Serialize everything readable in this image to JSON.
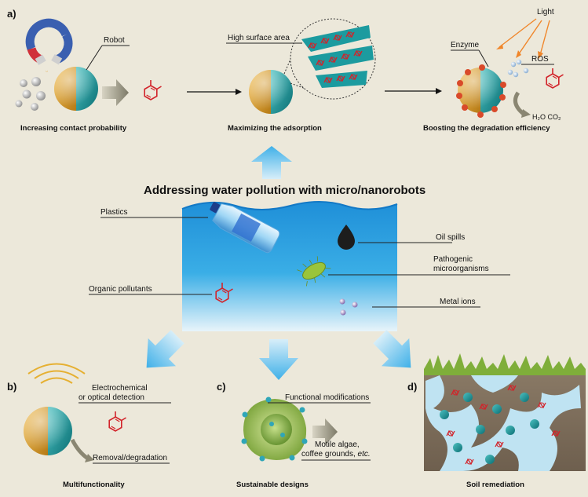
{
  "background_color": "#ece8da",
  "water_color": "#2fa7e3",
  "panels": {
    "a": {
      "letter": "a)",
      "steps": [
        {
          "caption": "Increasing contact probability",
          "label": "Robot"
        },
        {
          "caption": "Maximizing the adsorption",
          "label": "High surface area"
        },
        {
          "caption": "Boosting the degradation efficiency",
          "labels": [
            "Light",
            "Enzyme",
            "ROS",
            "H₂O CO₂"
          ]
        }
      ]
    },
    "b": {
      "letter": "b)",
      "caption": "Multifunctionality",
      "labels": [
        "Electrochemical",
        "or optical detection",
        "Removal/degradation"
      ]
    },
    "c": {
      "letter": "c)",
      "caption": "Sustainable designs",
      "labels": [
        "Functional modifications",
        "Motile algae,",
        "coffee grounds, ",
        "etc."
      ]
    },
    "d": {
      "letter": "d)",
      "caption": "Soil remediation"
    }
  },
  "center": {
    "title": "Addressing water pollution with micro/nanorobots",
    "pollutants": [
      "Plastics",
      "Oil spills",
      "Pathogenic",
      "microorganisms",
      "Organic pollutants",
      "Metal ions"
    ]
  },
  "icons": [
    "magnet-icon",
    "robot-janus-sphere-icon",
    "toluene-molecule-icon",
    "plastic-bottle-icon",
    "oil-drop-icon",
    "bacterium-icon",
    "metal-ion-icon",
    "signal-waves-icon",
    "algae-cell-icon",
    "grass-soil-icon"
  ]
}
